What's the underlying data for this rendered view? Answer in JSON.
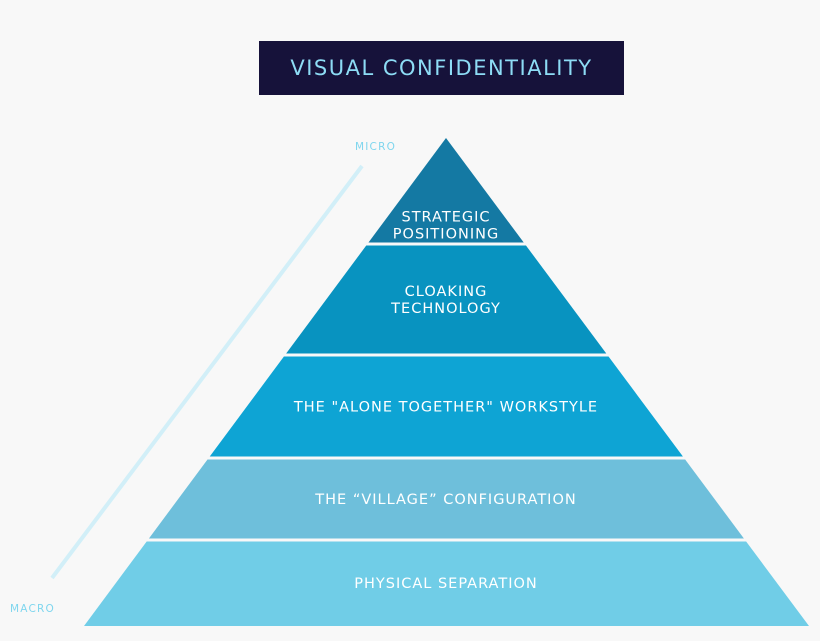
{
  "title": "VISUAL CONFIDENTIALITY",
  "scale": {
    "top_label": "MICRO",
    "bottom_label": "MACRO"
  },
  "tiers": [
    {
      "lines": [
        "STRATEGIC",
        "POSITIONING"
      ],
      "color": "#1479a3"
    },
    {
      "lines": [
        "CLOAKING",
        "TECHNOLOGY"
      ],
      "color": "#0893c0"
    },
    {
      "lines": [
        "THE \"ALONE TOGETHER\" WORKSTYLE"
      ],
      "color": "#0ea4d4"
    },
    {
      "lines": [
        "THE “VILLAGE” CONFIGURATION"
      ],
      "color": "#6ebfdb"
    },
    {
      "lines": [
        "PHYSICAL SEPARATION"
      ],
      "color": "#70cde7"
    }
  ],
  "colors": {
    "title_bg": "#16123a",
    "title_text": "#8ddcf5",
    "arrow": "#d2eff8",
    "scale_text": "#7fd6ee"
  }
}
